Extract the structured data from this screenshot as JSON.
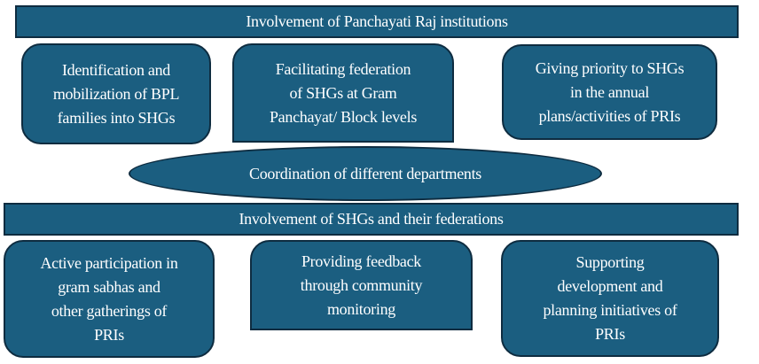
{
  "colors": {
    "fill": "#1b5e80",
    "border": "#0e2c40",
    "text": "#ffffff"
  },
  "top_banner": "Involvement of Panchayati Raj institutions",
  "pri_boxes": [
    "Identification and\nmobilization of BPL\nfamilies into SHGs",
    "Facilitating federation\nof SHGs at Gram\nPanchayat/ Block levels",
    "Giving priority to SHGs\nin the annual\nplans/activities of PRIs"
  ],
  "center_ellipse": "Coordination of different departments",
  "bottom_banner": "Involvement of SHGs and their federations",
  "shg_boxes": [
    "Active participation in\ngram sabhas and\nother gatherings of\nPRIs",
    "Providing feedback\nthrough community\nmonitoring",
    "Supporting\ndevelopment and\nplanning initiatives of\nPRIs"
  ]
}
